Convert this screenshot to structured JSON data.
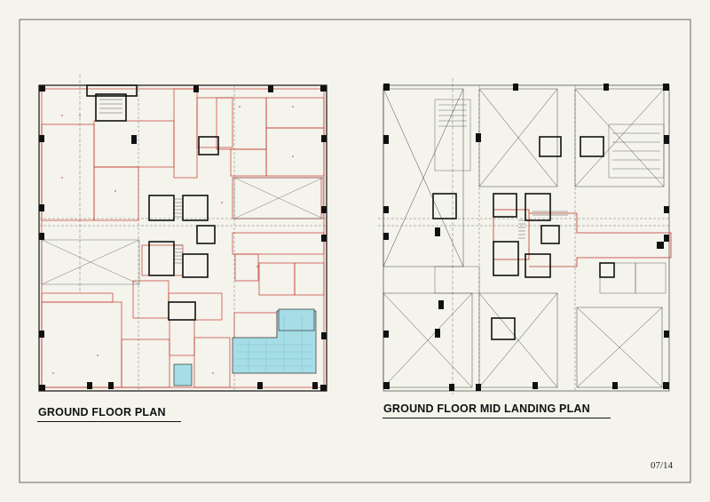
{
  "titles": {
    "left": "GROUND FLOOR PLAN",
    "right": "GROUND FLOOR MID LANDING PLAN"
  },
  "page_number": "07/14",
  "colors": {
    "background": "#f4f3ec",
    "border": "#444444",
    "wall": "#111111",
    "partition": "#c0392b",
    "pool_water": "#a6dde6",
    "thin_line": "#555555"
  }
}
